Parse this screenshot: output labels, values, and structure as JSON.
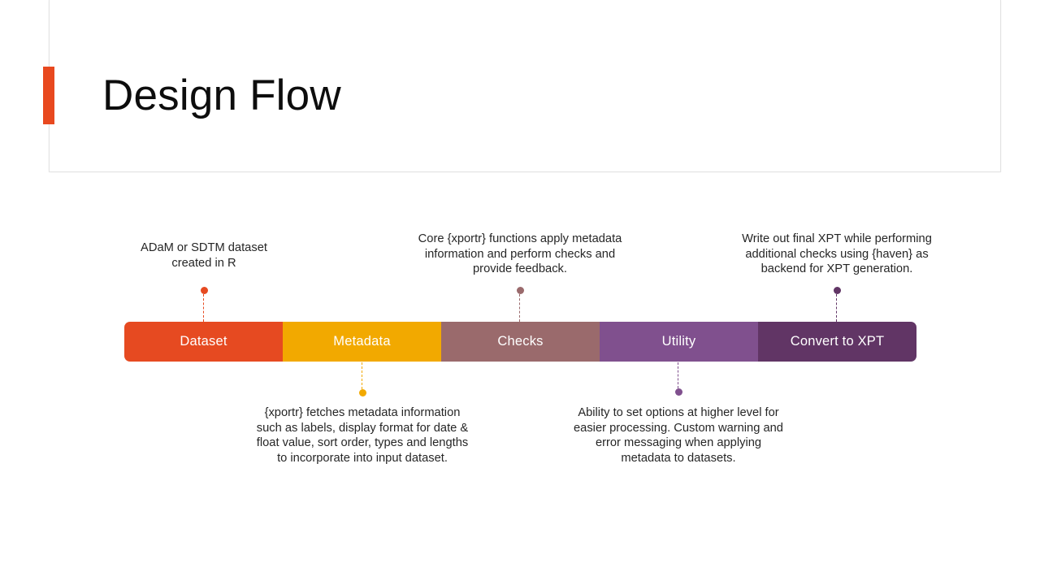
{
  "slide": {
    "title": "Design Flow",
    "accent_color": "#e8491f",
    "background": "#ffffff"
  },
  "flow": {
    "segments": [
      {
        "label": "Dataset",
        "color": "#e64a21",
        "text_color": "#ffffff"
      },
      {
        "label": "Metadata",
        "color": "#f2a900",
        "text_color": "#ffffff"
      },
      {
        "label": "Checks",
        "color": "#9a6a6c",
        "text_color": "#ffffff"
      },
      {
        "label": "Utility",
        "color": "#80508e",
        "text_color": "#ffffff"
      },
      {
        "label": "Convert to XPT",
        "color": "#613565",
        "text_color": "#ffffff"
      }
    ]
  },
  "callouts": {
    "dataset": {
      "position": "above",
      "dot_color": "#e64a21",
      "lines": [
        "ADaM or SDTM dataset",
        "created in R"
      ]
    },
    "metadata": {
      "position": "below",
      "dot_color": "#f2a900",
      "lines": [
        "{xportr} fetches metadata information",
        "such as labels, display format for date &",
        "float value, sort order, types and lengths",
        "to incorporate  into input dataset."
      ]
    },
    "checks": {
      "position": "above",
      "dot_color": "#9a6a6c",
      "lines": [
        "Core {xportr} functions apply metadata",
        "information  and perform checks and",
        "provide feedback."
      ]
    },
    "utility": {
      "position": "below",
      "dot_color": "#80508e",
      "lines": [
        "Ability to set options at higher level for",
        "easier processing.  Custom warning and",
        "error messaging when applying",
        "metadata to datasets."
      ]
    },
    "convert": {
      "position": "above",
      "dot_color": "#613565",
      "lines": [
        "Write out final XPT while performing",
        "additional  checks using {haven} as",
        "backend for XPT generation."
      ]
    }
  }
}
